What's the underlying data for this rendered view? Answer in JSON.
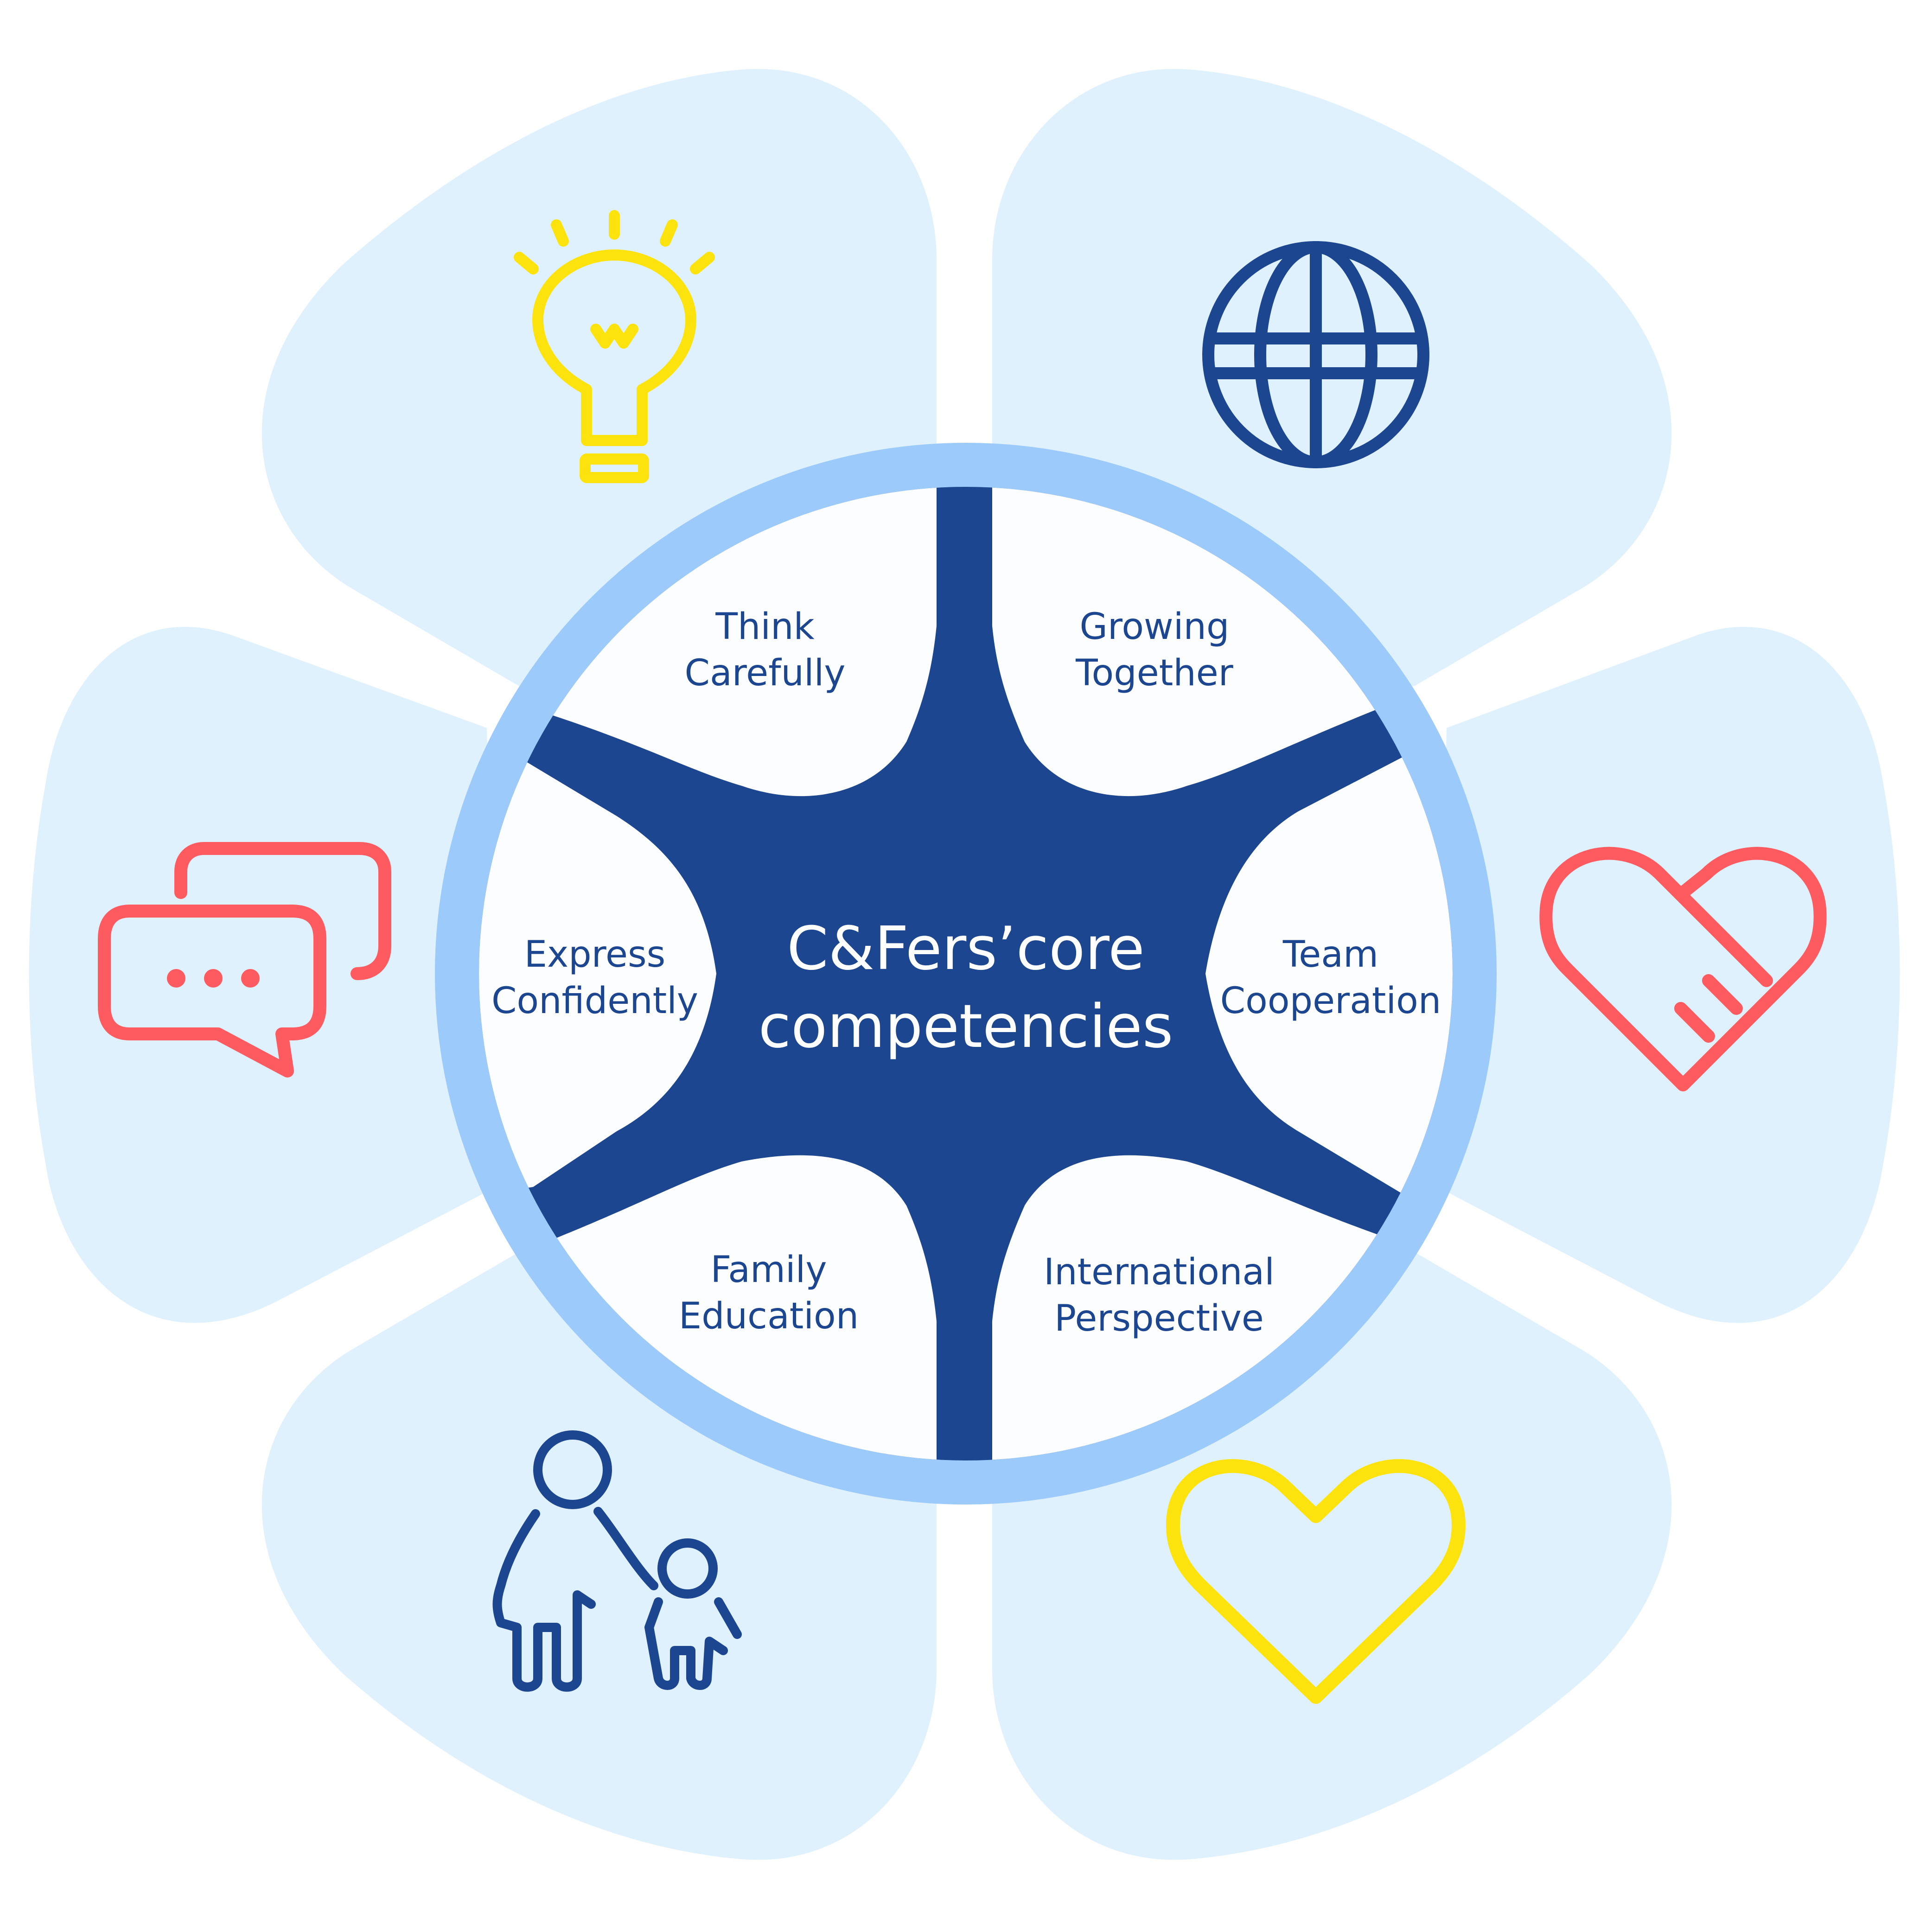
{
  "center": {
    "line1": "C&Fers’core",
    "line2": "competencies"
  },
  "segments": [
    {
      "line1": "Think",
      "line2": "Carefully",
      "icon": "lightbulb-icon"
    },
    {
      "line1": "Growing",
      "line2": "Together",
      "icon": "globe-icon"
    },
    {
      "line1": "Team",
      "line2": "Cooperation",
      "icon": "handshake-heart-icon"
    },
    {
      "line1": "International",
      "line2": "Perspective",
      "icon": "heart-icon"
    },
    {
      "line1": "Family",
      "line2": "Education",
      "icon": "parent-child-icon"
    },
    {
      "line1": "Express",
      "line2": "Confidently",
      "icon": "speech-bubbles-icon"
    }
  ],
  "colors": {
    "petal": "#dff1fd",
    "ring": "#9ccbfb",
    "hub": "#1c468f",
    "segment": "#fbfdff",
    "yellow": "#fde30d",
    "red": "#fe5b60",
    "navy": "#1c468f"
  }
}
